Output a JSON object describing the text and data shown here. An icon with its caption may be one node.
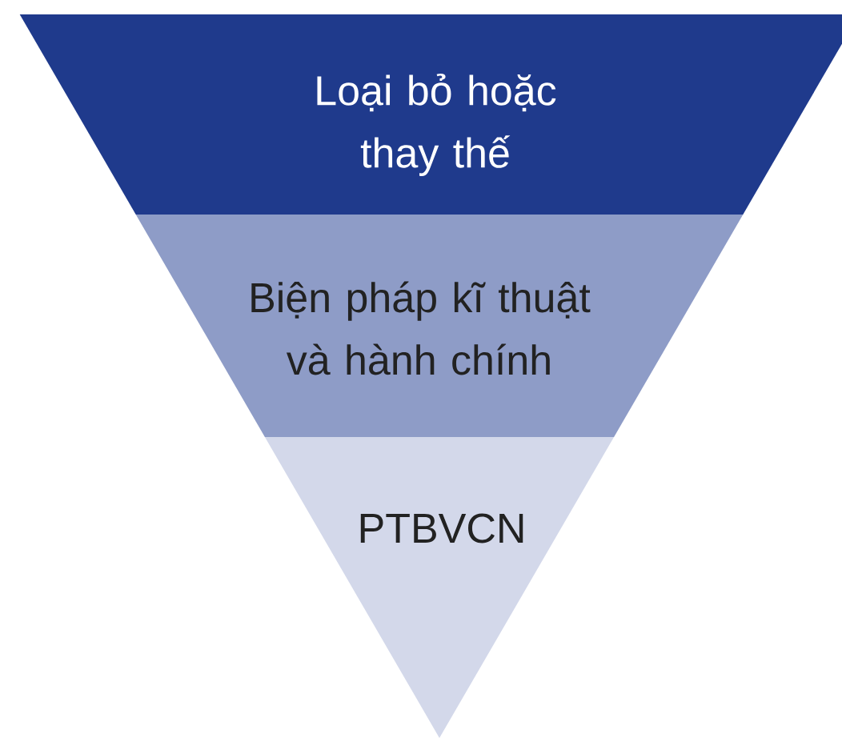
{
  "diagram": {
    "nodes": [
      {
        "text": [
          "Loại bỏ hoặc thay thế"
        ]
      },
      {
        "text": [
          "Biện pháp kĩ thuật và hành chính"
        ]
      },
      {
        "text": [
          "PTBVCN"
        ]
      }
    ]
  }
}
